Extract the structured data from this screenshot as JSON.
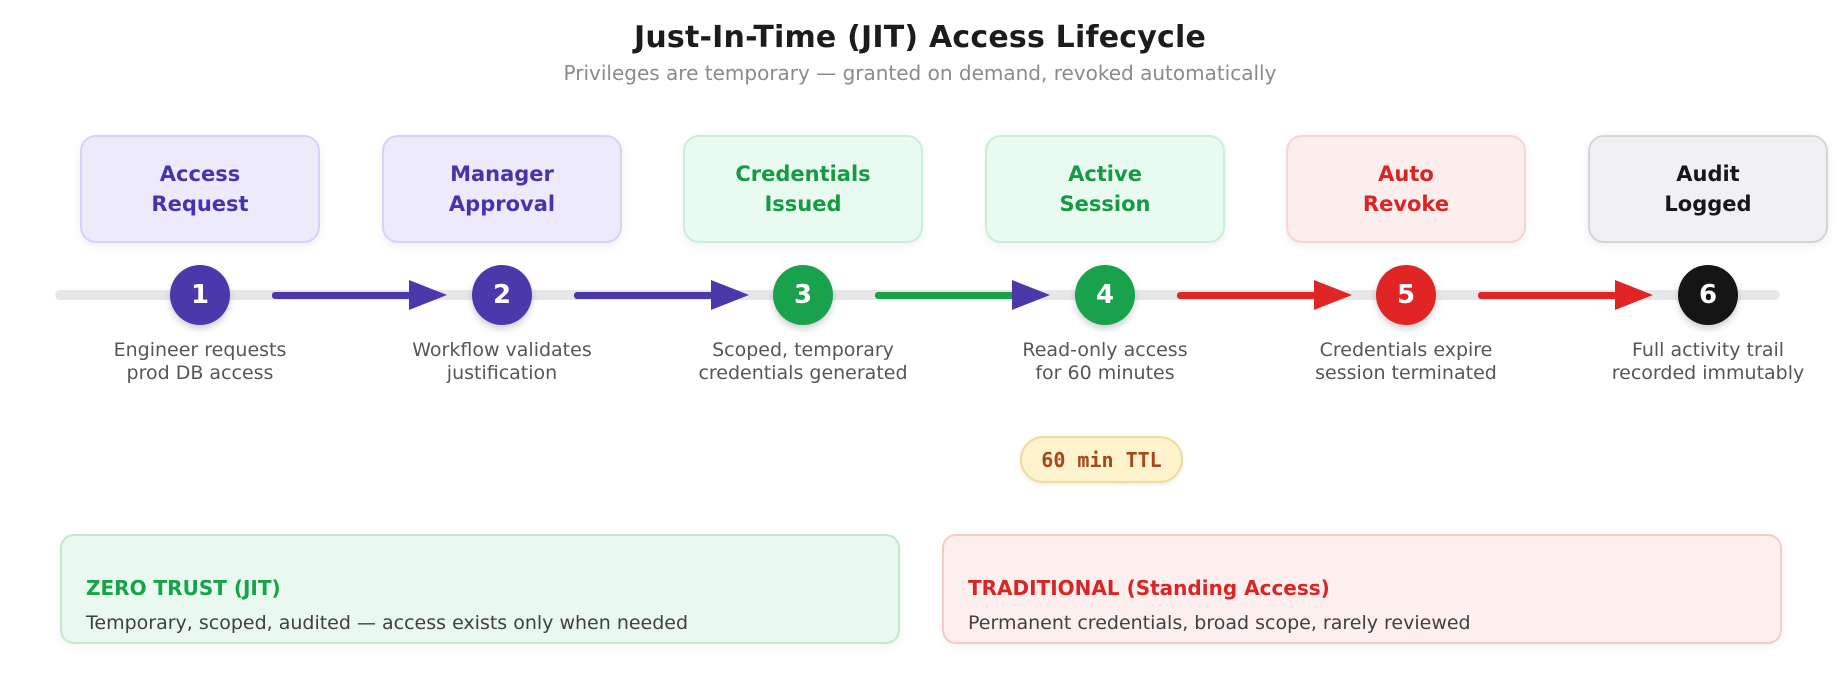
{
  "header": {
    "title": "Just-In-Time (JIT) Access Lifecycle",
    "subtitle": "Privileges are temporary — granted on demand, revoked automatically"
  },
  "stages": [
    {
      "num": "1",
      "label": [
        "Access",
        "Request"
      ],
      "desc": [
        "Engineer requests",
        "prod DB access"
      ],
      "theme": "purple"
    },
    {
      "num": "2",
      "label": [
        "Manager",
        "Approval"
      ],
      "desc": [
        "Workflow validates",
        "justification"
      ],
      "theme": "purple"
    },
    {
      "num": "3",
      "label": [
        "Credentials",
        "Issued"
      ],
      "desc": [
        "Scoped, temporary",
        "credentials generated"
      ],
      "theme": "green"
    },
    {
      "num": "4",
      "label": [
        "Active",
        "Session"
      ],
      "desc": [
        "Read-only access",
        "for 60 minutes"
      ],
      "theme": "green"
    },
    {
      "num": "5",
      "label": [
        "Auto",
        "Revoke"
      ],
      "desc": [
        "Credentials expire",
        "session terminated"
      ],
      "theme": "red"
    },
    {
      "num": "6",
      "label": [
        "Audit",
        "Logged"
      ],
      "desc": [
        "Full activity trail",
        "recorded immutably"
      ],
      "theme": "dark"
    }
  ],
  "ttl_badge": {
    "label": "60 min TTL"
  },
  "comparison": {
    "left": {
      "heading": "ZERO TRUST (JIT)",
      "body": "Temporary, scoped, audited — access exists only when needed"
    },
    "right": {
      "heading": "TRADITIONAL (Standing Access)",
      "body": "Permanent credentials, broad scope, rarely reviewed"
    }
  },
  "colors": {
    "title-text": "#1c1c1c",
    "subtitle-text": "#8b8b8b",
    "track": "#e7e7ea",
    "desc-text": "#56565a",
    "purple": "#4b38ab",
    "purple-text": "#4733ab",
    "purple-bg": "#edebfb",
    "purple-border": "#d9d2f6",
    "green": "#17a24b",
    "green-text": "#169a44",
    "green-bg": "#e9faf0",
    "green-border": "#c8efd7",
    "red": "#e12424",
    "red-text": "#db2424",
    "red-bg": "#fdeeee",
    "red-border": "#f7d5d2",
    "gray-bg": "#f1f1f3",
    "gray-border": "#d3d5d9",
    "dark-text": "#17181a",
    "black": "#151515",
    "ttl-bg": "#fdf3cc",
    "ttl-border": "#f0dc96",
    "ttl-text": "#a8471d",
    "compare-green-bg": "#e9f9ef",
    "compare-green-border": "#c2e9cf",
    "compare-red-bg": "#fdefed",
    "compare-red-border": "#f6cbc6",
    "green-heading": "#16a34a",
    "red-heading": "#d92525",
    "body-text": "#404040"
  }
}
